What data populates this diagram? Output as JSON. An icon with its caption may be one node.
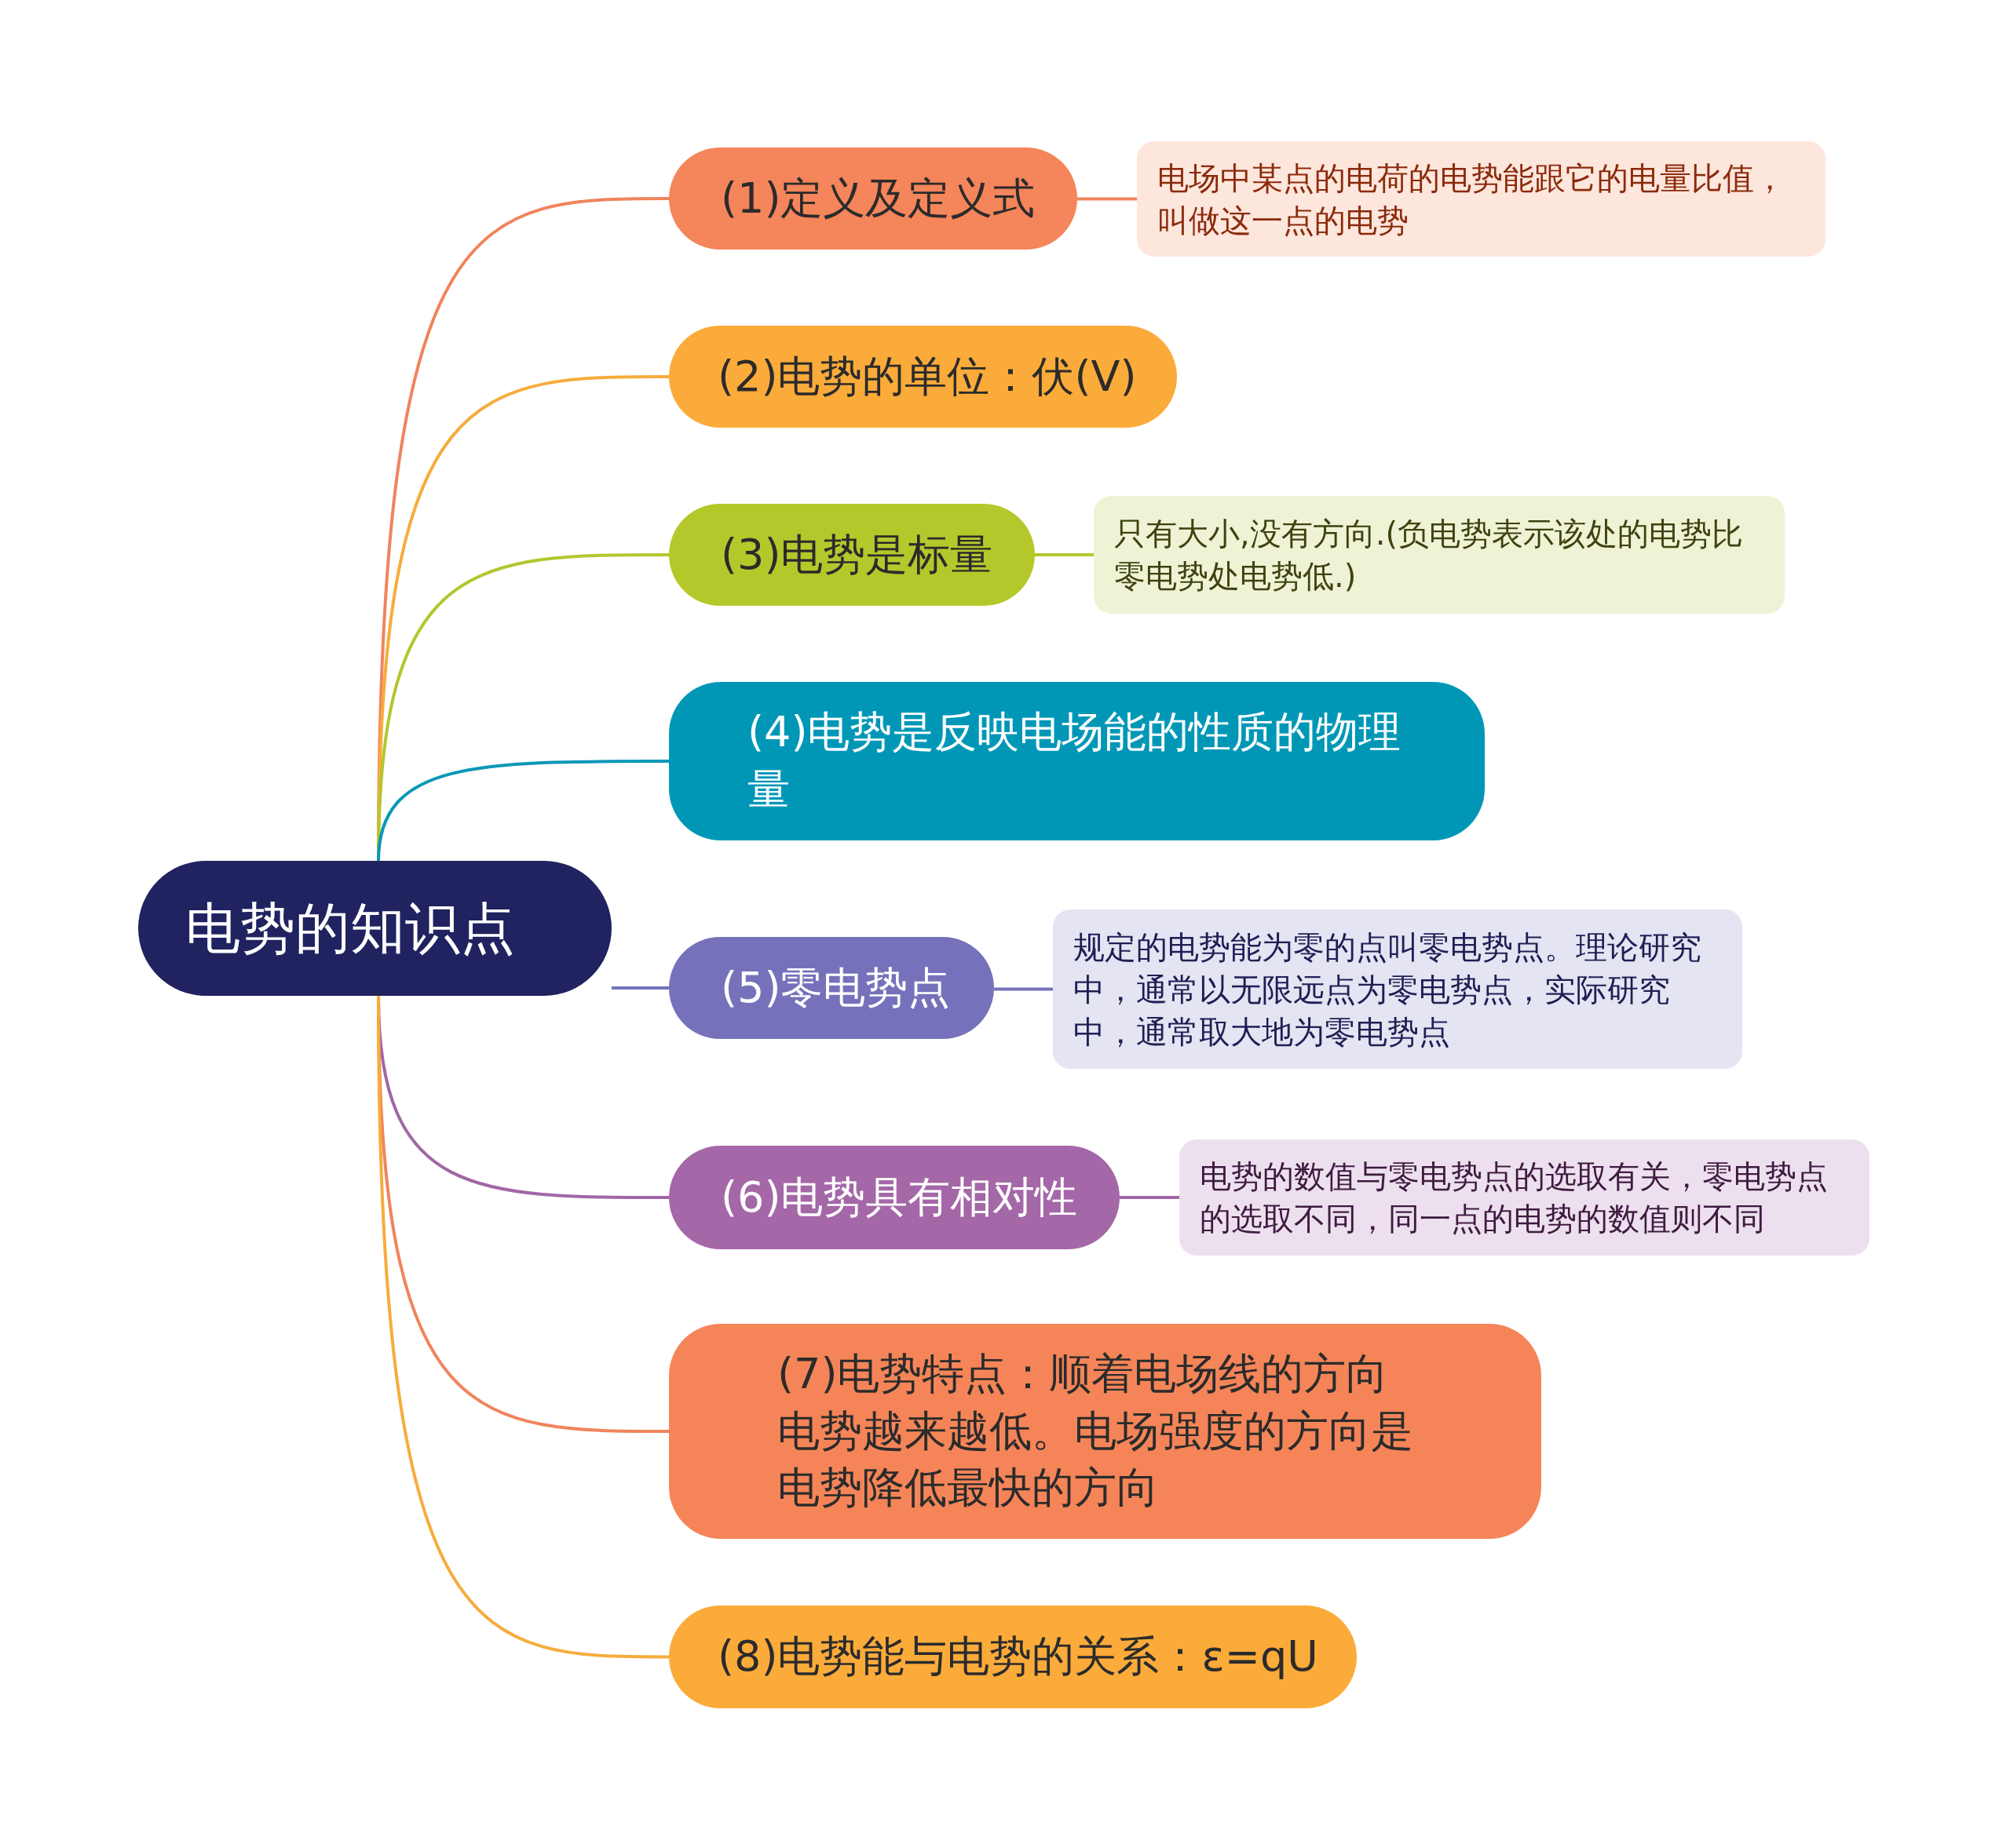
{
  "diagram": {
    "nodes": [
      {
        "text": [
          "电势的知识点"
        ]
      },
      {
        "text": [
          "(1)定义及定义式"
        ]
      },
      {
        "text": [
          "电场中某点的电荷的电势能跟它的电量比值，叫做这一点的电势"
        ]
      },
      {
        "text": [
          "(2)电势的单位：伏(V)"
        ]
      },
      {
        "text": [
          "(3)电势是标量"
        ]
      },
      {
        "text": [
          "只有大小,没有方向.(负电势表示该处的电势比零电势处电势低.)"
        ]
      },
      {
        "text": [
          "(4)电势是反映电场能的性质的物理量"
        ]
      },
      {
        "text": [
          "(5)零电势点"
        ]
      },
      {
        "text": [
          "规定的电势能为零的点叫零电势点。理论研究中，通常以无限远点为零电势点，实际研究中，通常取大地为零电势点"
        ]
      },
      {
        "text": [
          "(6)电势具有相对性"
        ]
      },
      {
        "text": [
          "电势的数值与零电势点的选取有关，零电势点的选取不同，同一点的电势的数值则不同"
        ]
      },
      {
        "text": [
          "(7)电势特点：顺着电场线的方向电势越来越低。电场强度的方向是电势降低最快的方向"
        ]
      },
      {
        "text": [
          "(8)电势能与电势的关系：ε=qU"
        ]
      }
    ],
    "edges": [
      {
        "from": 0,
        "to": 1,
        "arrow": "none",
        "color": "#f0845c"
      },
      {
        "from": 1,
        "to": 2,
        "arrow": "none",
        "color": "#f0845c"
      },
      {
        "from": 0,
        "to": 3,
        "arrow": "none",
        "color": "#f6ac3c"
      },
      {
        "from": 0,
        "to": 4,
        "arrow": "none",
        "color": "#b3c62e"
      },
      {
        "from": 4,
        "to": 5,
        "arrow": "none",
        "color": "#b3c62e"
      },
      {
        "from": 0,
        "to": 6,
        "arrow": "none",
        "color": "#0a97b7"
      },
      {
        "from": 0,
        "to": 7,
        "arrow": "none",
        "color": "#7573bb"
      },
      {
        "from": 7,
        "to": 8,
        "arrow": "none",
        "color": "#7573bb"
      },
      {
        "from": 0,
        "to": 9,
        "arrow": "none",
        "color": "#a266a6"
      },
      {
        "from": 9,
        "to": 10,
        "arrow": "none",
        "color": "#a266a6"
      },
      {
        "from": 0,
        "to": 11,
        "arrow": "none",
        "color": "#f0845c"
      },
      {
        "from": 0,
        "to": 12,
        "arrow": "none",
        "color": "#f6ac3c"
      }
    ]
  }
}
